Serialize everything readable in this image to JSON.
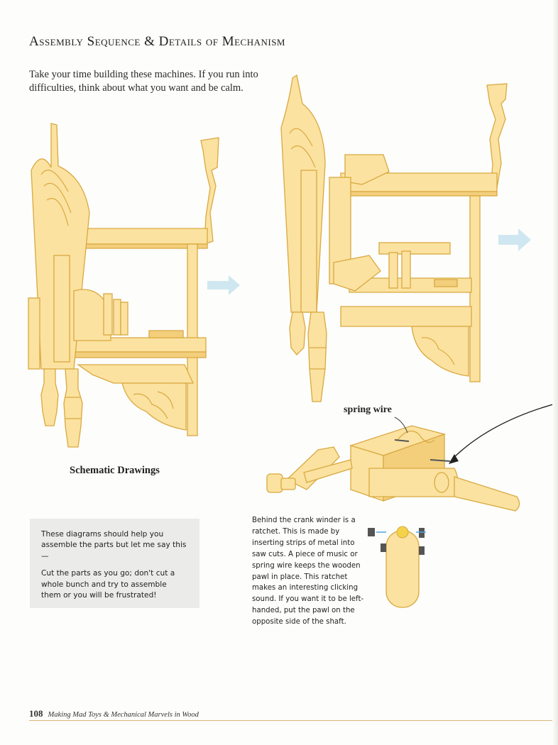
{
  "page": {
    "title": "Assembly Sequence & Details of Mechanism",
    "intro": "Take your time building these machines. If you run into difficulties, think about what you want and be calm."
  },
  "figure": {
    "caption": "Schematic Drawings",
    "spring_label": "spring wire"
  },
  "note": {
    "p1": "These diagrams should help you assemble the parts but let me say this—",
    "p2": "Cut the parts as you go; don't cut a whole bunch and try to assemble them or you will be frustrated!"
  },
  "ratchet_text": "Behind the crank winder is a ratchet. This is made by inserting strips of metal into saw cuts. A piece of music or spring wire keeps the wooden pawl in place. This ratchet makes an interesting clicking sound. If you want it to be left-handed, put the pawl on the opposite side of the shaft.",
  "footer": {
    "page_number": "108",
    "book_title": "Making Mad Toys & Mechanical Marvels in Wood"
  },
  "colors": {
    "wood": "#fbe2a0",
    "wood_edge": "#d9a941",
    "arrow": "#cfe7f1",
    "rule": "#d8b878"
  },
  "icons": [
    "right-arrow-icon",
    "pointer-arrow-icon"
  ]
}
